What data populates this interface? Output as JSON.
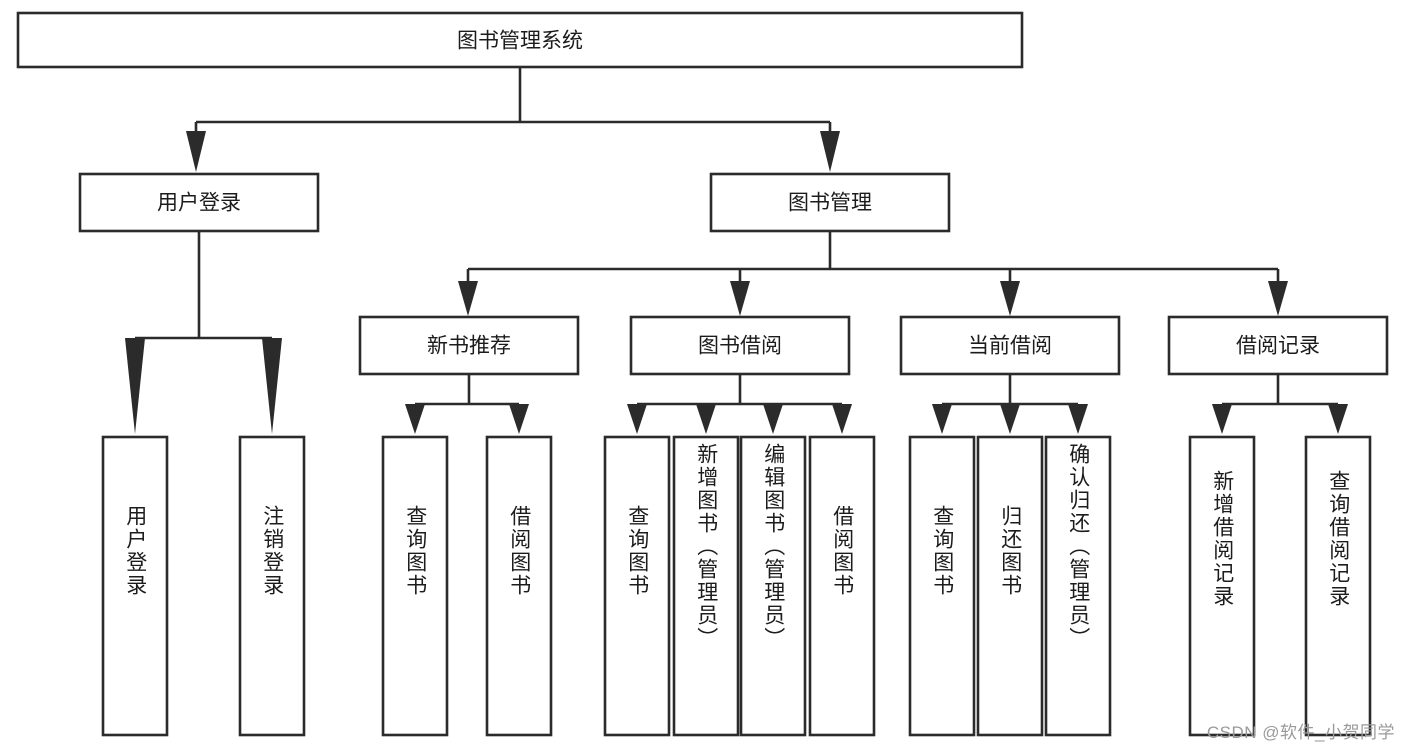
{
  "diagram": {
    "type": "tree",
    "title_node": "图书管理系统",
    "watermark": "CSDN @软件_小贺同学",
    "colors": {
      "stroke": "#2b2b2b",
      "fill": "#ffffff",
      "text": "#1c1c1c",
      "watermark": "#9a9a9a"
    },
    "root": {
      "label": "图书管理系统"
    },
    "level2": [
      {
        "label": "用户登录"
      },
      {
        "label": "图书管理"
      }
    ],
    "level3": [
      {
        "label": "新书推荐"
      },
      {
        "label": "图书借阅"
      },
      {
        "label": "当前借阅"
      },
      {
        "label": "借阅记录"
      }
    ],
    "leaves": {
      "user_login": [
        {
          "label": "用户登录"
        },
        {
          "label": "注销登录"
        }
      ],
      "new_book": [
        {
          "label": "查询图书"
        },
        {
          "label": "借阅图书"
        }
      ],
      "book_borrow": [
        {
          "label": "查询图书"
        },
        {
          "label": "新增图书（管理员）"
        },
        {
          "label": "编辑图书（管理员）"
        },
        {
          "label": "借阅图书"
        }
      ],
      "current_borrow": [
        {
          "label": "查询图书"
        },
        {
          "label": "归还图书"
        },
        {
          "label": "确认归还（管理员）"
        }
      ],
      "borrow_record": [
        {
          "label": "新增借阅记录"
        },
        {
          "label": "查询借阅记录"
        }
      ]
    }
  }
}
